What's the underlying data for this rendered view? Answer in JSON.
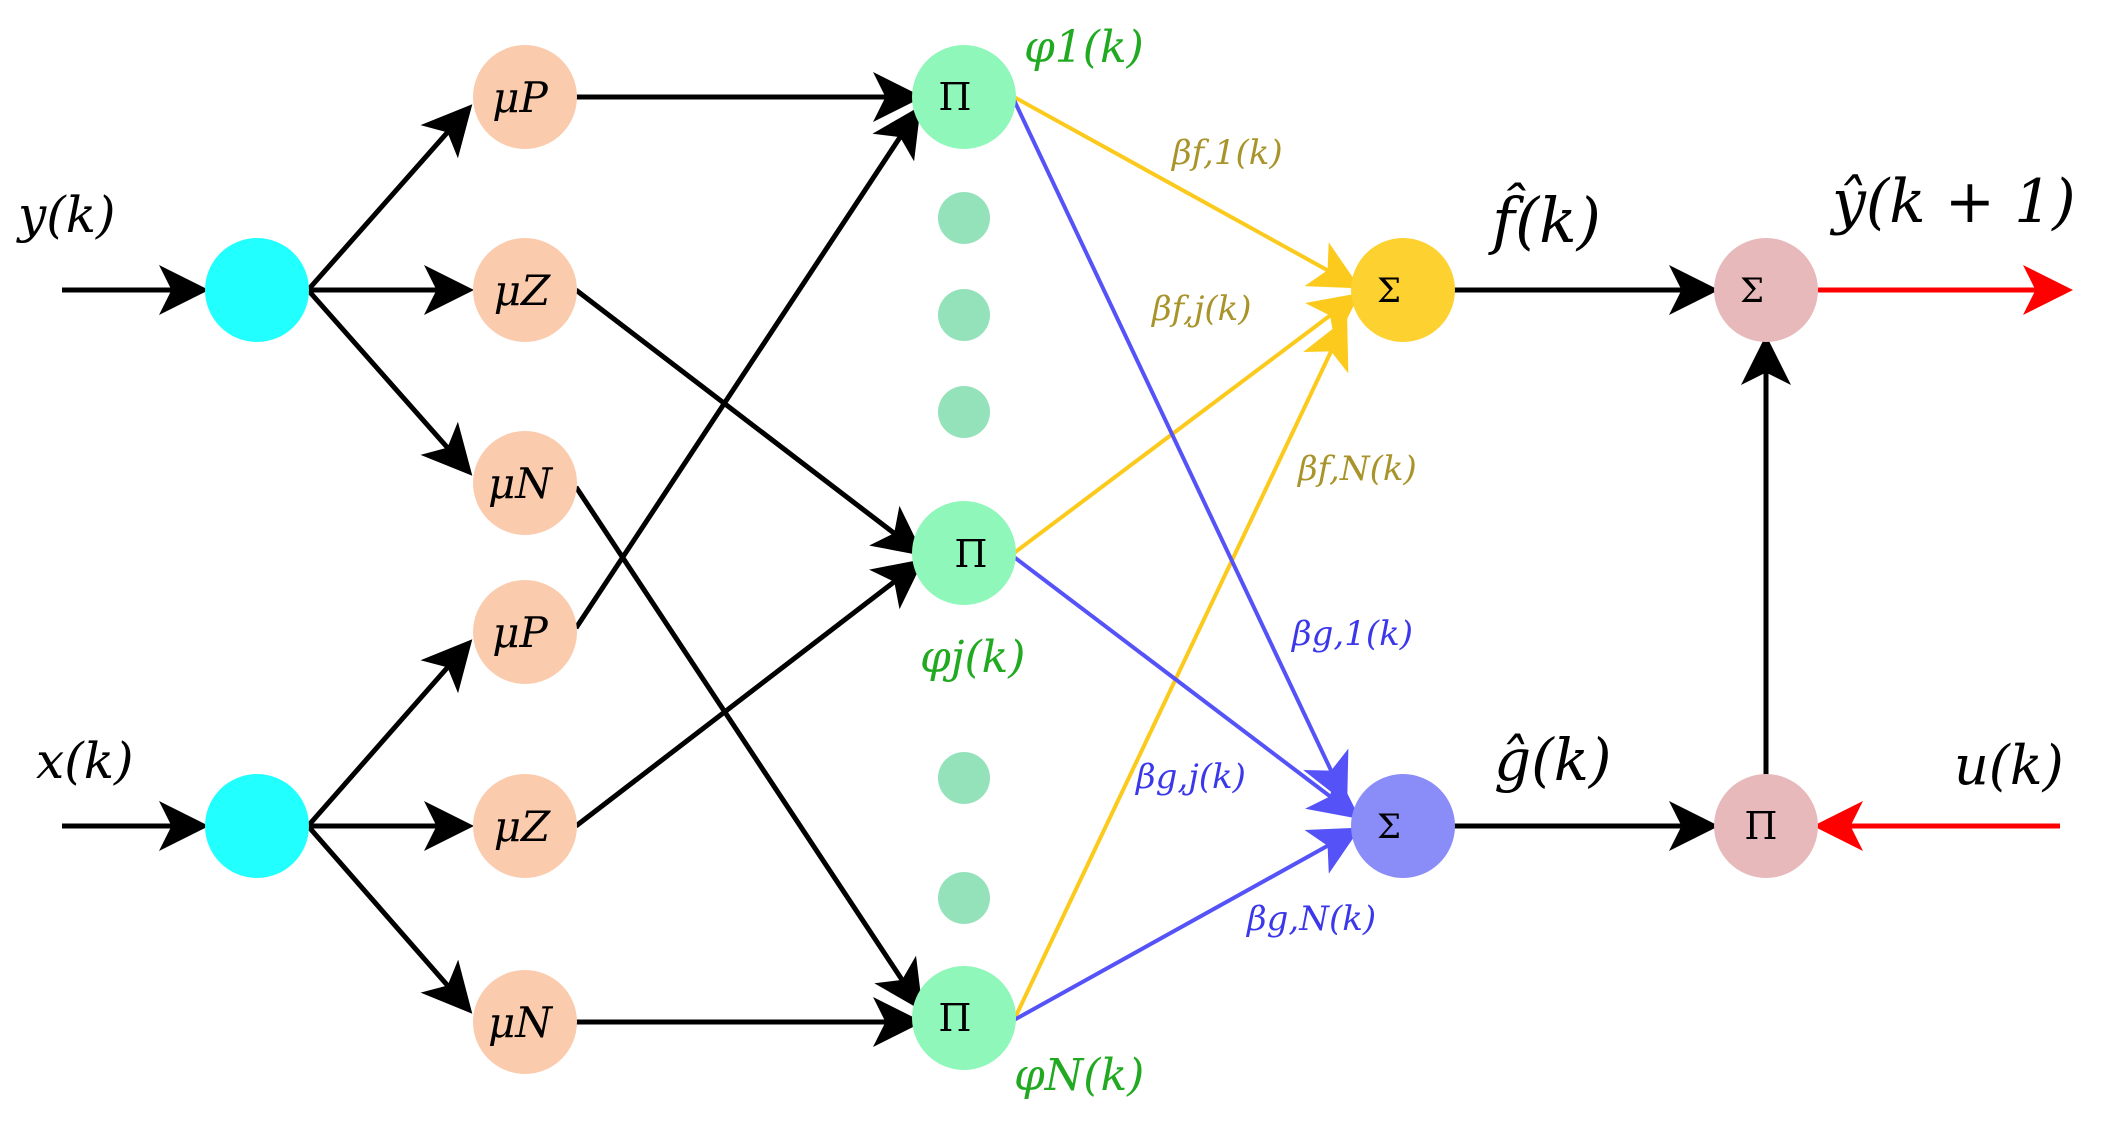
{
  "colors": {
    "input_node": "#22ffff",
    "mf_node": "#fbcbad",
    "rule_node": "#8ff7b9",
    "rule_dots": "#94e2b9",
    "sum_f_node": "#fdd12f",
    "sum_g_node": "#8a8cf8",
    "out_node": "#e8b9bb",
    "black_arrow": "#000000",
    "yellow_edge": "#fcca1c",
    "blue_edge": "#5553f8",
    "red_arrow": "#ff0000",
    "green_label": "#21aa21",
    "olive_label": "#a8942a",
    "blue_label": "#3a38ea"
  },
  "inputs": {
    "y": "y(k)",
    "x": "x(k)",
    "u": "u(k)"
  },
  "membership": {
    "upper": {
      "p": "μP",
      "z": "μZ",
      "n": "μN"
    },
    "lower": {
      "p": "μP",
      "z": "μZ",
      "n": "μN"
    }
  },
  "rules": {
    "symbol": "Π",
    "phi_1": "φ1(k)",
    "phi_j": "φj(k)",
    "phi_N": "φN(k)"
  },
  "weights": {
    "beta_f_1": "βf,1(k)",
    "beta_f_j": "βf,j(k)",
    "beta_f_N": "βf,N(k)",
    "beta_g_1": "βg,1(k)",
    "beta_g_j": "βg,j(k)",
    "beta_g_N": "βg,N(k)"
  },
  "sums": {
    "symbol": "Σ",
    "f_hat": "f̂(k)",
    "g_hat": "ĝ(k)"
  },
  "output": {
    "sum_symbol": "Σ",
    "prod_symbol": "Π",
    "y_hat": "ŷ(k + 1)"
  }
}
